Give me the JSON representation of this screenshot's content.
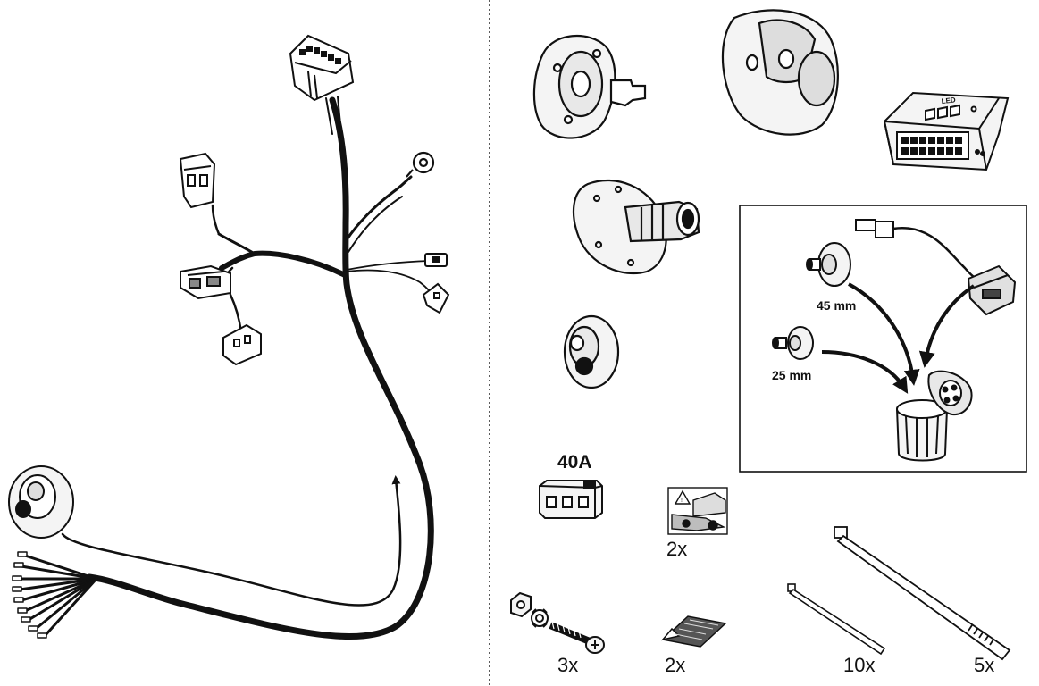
{
  "labels": {
    "fuse_rating": "40A",
    "sticker_qty": "2x",
    "bolt_qty": "3x",
    "pad_qty": "2x",
    "small_tie_qty": "10x",
    "large_tie_qty": "5x",
    "grommet_45": "45 mm",
    "grommet_25": "25 mm",
    "led_module_text": "LED"
  },
  "colors": {
    "ink": "#111111",
    "background": "#ffffff",
    "part_fill": "#f4f4f4",
    "shadow": "#bdbdbd"
  },
  "icons": [
    "wiring-harness-icon",
    "socket-bracket-icon",
    "socket-cover-icon",
    "led-module-icon",
    "rubber-grommet-icon",
    "fuse-icon",
    "warning-sticker-icon",
    "bolt-nut-washer-icon",
    "adhesive-pad-icon",
    "cable-tie-icon"
  ]
}
